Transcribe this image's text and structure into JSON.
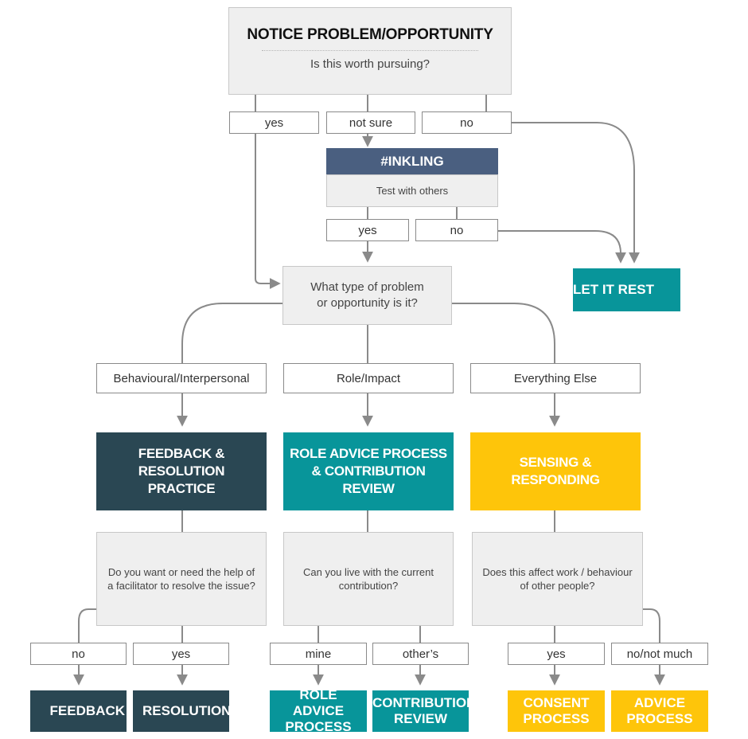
{
  "colors": {
    "dark": "#2a4753",
    "teal": "#08959a",
    "yellow": "#fec50a",
    "slate": "#4a5f80",
    "question_bg": "#efefef",
    "connector": "#8a8a8a"
  },
  "top": {
    "title": "NOTICE PROBLEM/OPPORTUNITY",
    "question": "Is this worth pursuing?",
    "options": [
      "yes",
      "not sure",
      "no"
    ]
  },
  "inkling": {
    "title": "#INKLING",
    "question": "Test with others",
    "options": [
      "yes",
      "no"
    ]
  },
  "let_it_rest": "LET IT REST",
  "type_question": "What type of problem or opportunity is it?",
  "categories": [
    "Behavioural/Interpersonal",
    "Role/Impact",
    "Everything Else"
  ],
  "practices": {
    "feedback": "FEEDBACK & RESOLUTION PRACTICE",
    "role": "ROLE ADVICE PROCESS & CONTRIBUTION REVIEW",
    "sensing": "SENSING & RESPONDING"
  },
  "questions": {
    "facilitator": "Do you want or need the help of a facilitator to resolve the issue?",
    "contribution": "Can you live with the current contribution?",
    "affect": "Does this affect work / behaviour of other people?"
  },
  "answers": {
    "facilitator": [
      "no",
      "yes"
    ],
    "contribution": [
      "mine",
      "other’s"
    ],
    "affect": [
      "yes",
      "no/not much"
    ]
  },
  "outcomes": {
    "feedback": "FEEDBACK",
    "resolution": "RESOLUTION",
    "role_advice": "ROLE ADVICE PROCESS",
    "contribution_review": "CONTRIBUTION REVIEW",
    "consent": "CONSENT PROCESS",
    "advice": "ADVICE PROCESS"
  }
}
